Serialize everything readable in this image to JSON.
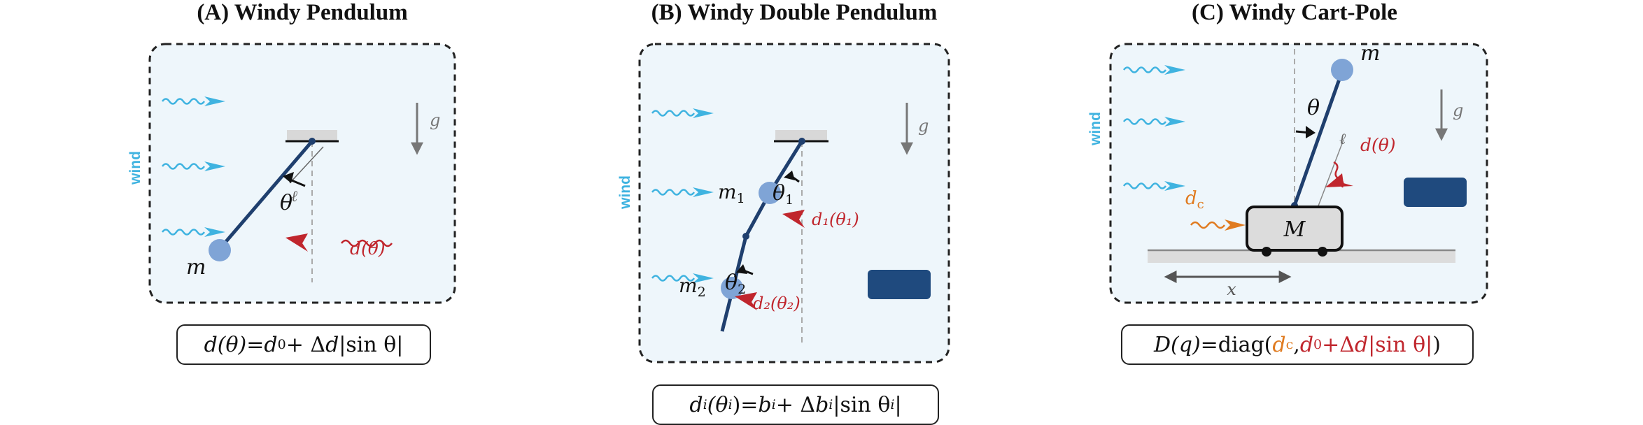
{
  "panels": {
    "a": {
      "title": "(A) Windy Pendulum",
      "wind_label": "wind",
      "gravity_label": "g",
      "mass_label": "m",
      "angle_label": "θ",
      "length_label": "ℓ",
      "disturbance_label": "d(θ)",
      "formula": {
        "lhs": "d(θ)",
        "eq": " = ",
        "d0": "d",
        "d0_sub": "0",
        "plus": " + Δ",
        "dd": "d",
        "abs": " |sin θ|"
      }
    },
    "b": {
      "title": "(B) Windy Double Pendulum",
      "wind_label": "wind",
      "gravity_label": "g",
      "m1_label": "m",
      "m1_sub": "1",
      "m2_label": "m",
      "m2_sub": "2",
      "theta1_label": "θ",
      "theta1_sub": "1",
      "theta2_label": "θ",
      "theta2_sub": "2",
      "d1_label": "d₁(θ₁)",
      "d2_label": "d₂(θ₂)",
      "formula": {
        "lhs": "d",
        "lhs_sub": "i",
        "lhs_arg": "(θ",
        "lhs_arg_sub": "i",
        "lhs_close": ")",
        "eq": " = ",
        "b": "b",
        "b_sub": "i",
        "plus": " + Δ",
        "db": "b",
        "db_sub": "i",
        "abs": " |sin θ",
        "abs_sub": "i",
        "abs_close": "|"
      }
    },
    "c": {
      "title": "(C) Windy Cart-Pole",
      "wind_label": "wind",
      "gravity_label": "g",
      "mass_label": "m",
      "cart_label": "M",
      "angle_label": "θ",
      "length_label": "ℓ",
      "disturbance_label": "d(θ)",
      "dc_label": "d",
      "dc_sub": "c",
      "x_label": "x",
      "formula": {
        "lhs": "D(q)",
        "eq": "=",
        "diag": "diag(",
        "dc": "d",
        "dc_sub": "c",
        "comma": ",  ",
        "d0": "d",
        "d0_sub": "0",
        "plus": "+Δ",
        "dd": "d",
        "abs": " |sin θ|",
        "close": ")"
      }
    }
  },
  "colors": {
    "box_fill": "#eef6fb",
    "rod": "#1f3f6e",
    "bob": "#7fa4d6",
    "wind": "#3fb3e0",
    "disturbance": "#c0262d",
    "cart_disturbance": "#e07b20",
    "gravity": "#777777",
    "block": "#1f4a7e",
    "cart_fill": "#dcdcdc",
    "ground": "#c9c9c9"
  }
}
